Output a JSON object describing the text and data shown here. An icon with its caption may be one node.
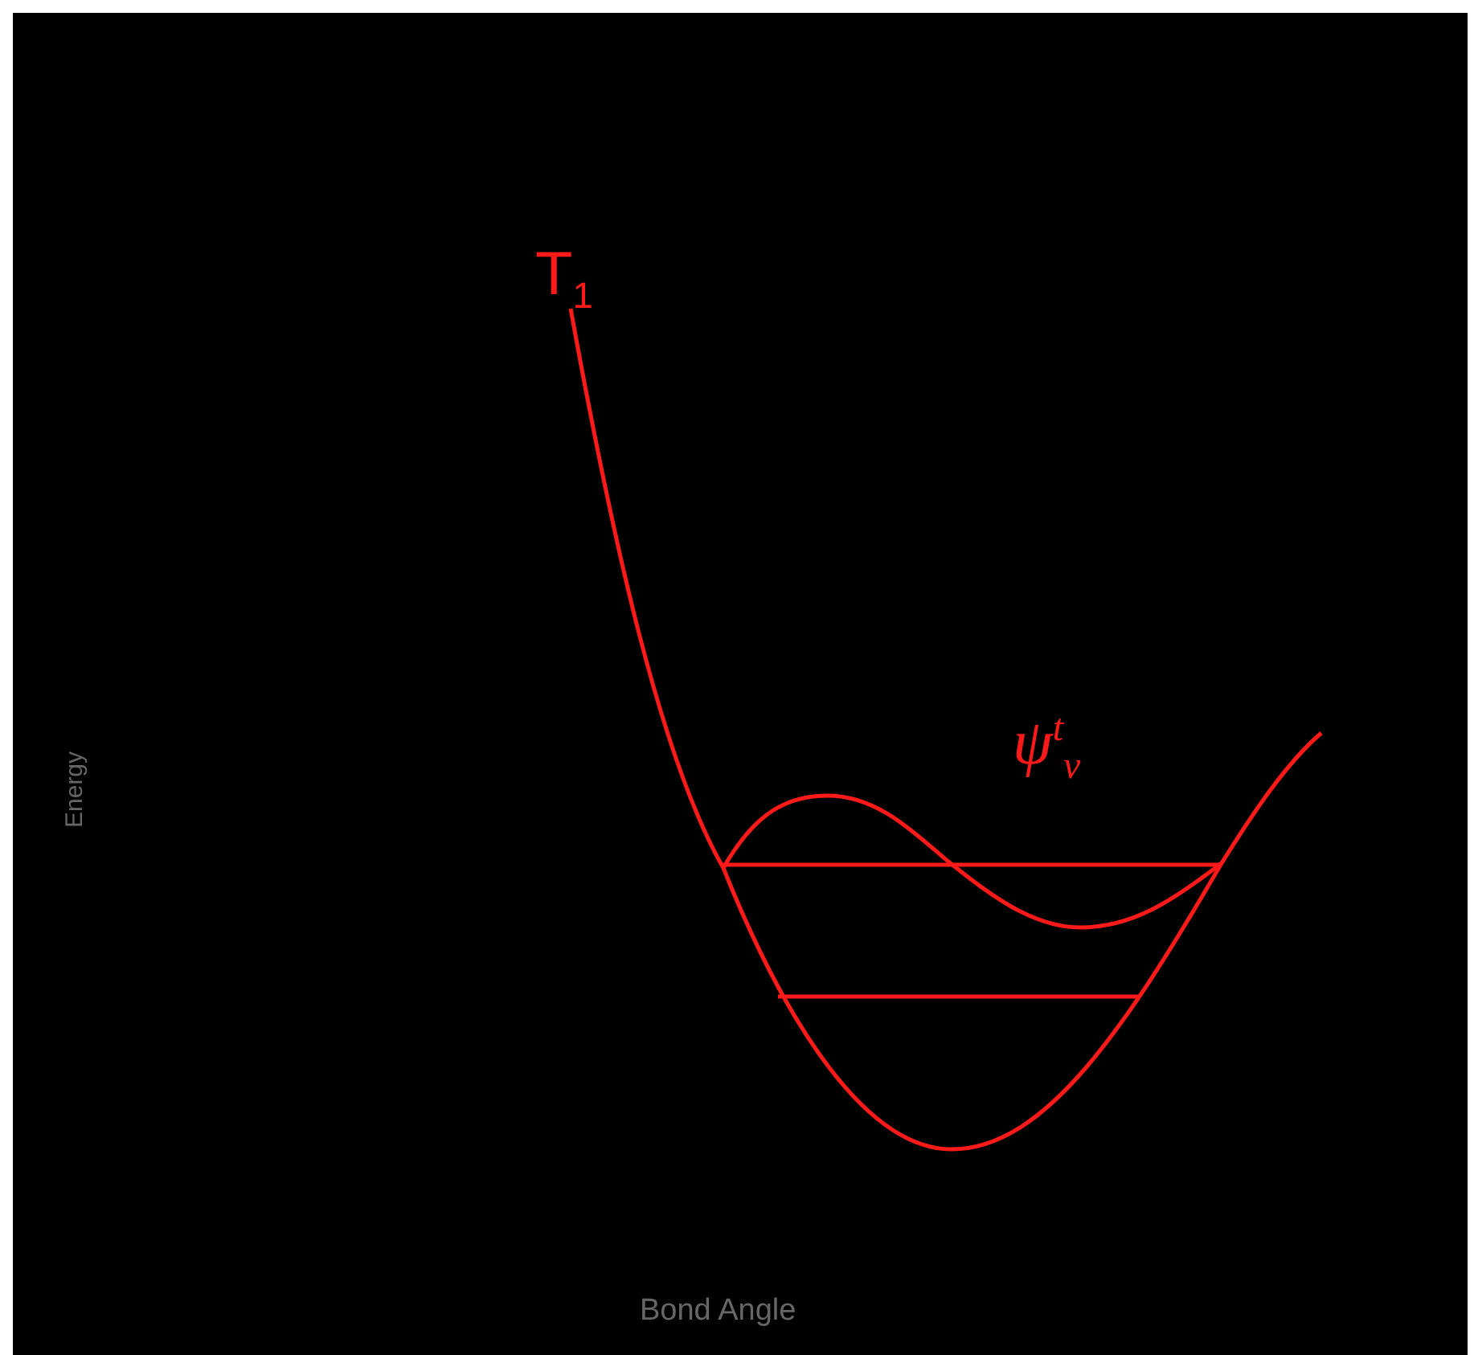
{
  "diagram": {
    "labels": [
      "T$_{1}$",
      "ψ$^{t}$$_{v}$",
      "Energy",
      "Bond Angle"
    ]
  }
}
